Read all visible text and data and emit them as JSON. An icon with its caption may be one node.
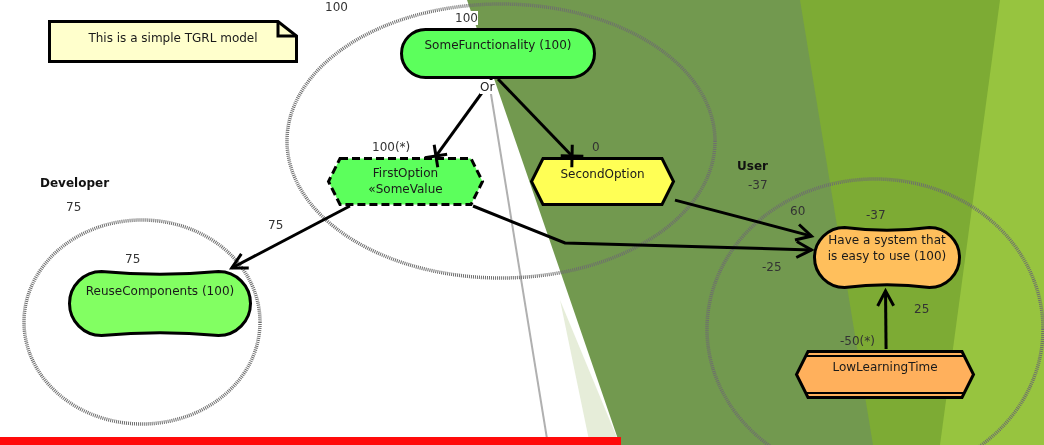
{
  "diagram": {
    "nodes": [
      {
        "text": [
          "This is a simple TGRL model"
        ]
      },
      {
        "text": [],
        "shape": "circle",
        "beside": [
          "100"
        ]
      },
      {
        "text": [
          "SomeFunctionality (100)"
        ],
        "in": 1,
        "beside": [
          "100"
        ]
      },
      {
        "text": [
          "FirstOption «SomeValue"
        ],
        "in": 1,
        "beside": [
          "100(*)"
        ]
      },
      {
        "text": [
          "SecondOption"
        ],
        "in": 1,
        "beside": [
          "0"
        ]
      },
      {
        "text": [
          "Developer"
        ],
        "beside": [
          "75"
        ]
      },
      {
        "text": [
          "ReuseComponents (100)"
        ],
        "in": 5,
        "beside": [
          "75"
        ]
      },
      {
        "text": [
          "User"
        ],
        "beside": [
          "-37"
        ]
      },
      {
        "text": [
          "Have a system that is easy to use  (100)"
        ],
        "in": 7,
        "beside": [
          "-37"
        ]
      },
      {
        "text": [
          "LowLearningTime"
        ],
        "in": 7,
        "beside": [
          "-50(*)"
        ]
      }
    ],
    "edges": [
      {
        "from": 2,
        "to": 3,
        "arrow": "other"
      },
      {
        "from": 2,
        "to": 4,
        "arrow": "other"
      },
      {
        "from": 3,
        "to": 6,
        "arrow": "to",
        "label": "75"
      },
      {
        "from": 3,
        "to": 8,
        "arrow": "to",
        "label": "-25"
      },
      {
        "from": 4,
        "to": 8,
        "arrow": "to",
        "label": "60"
      },
      {
        "from": 9,
        "to": 8,
        "arrow": "to",
        "label": "25"
      }
    ],
    "labels": [
      "Or"
    ]
  }
}
